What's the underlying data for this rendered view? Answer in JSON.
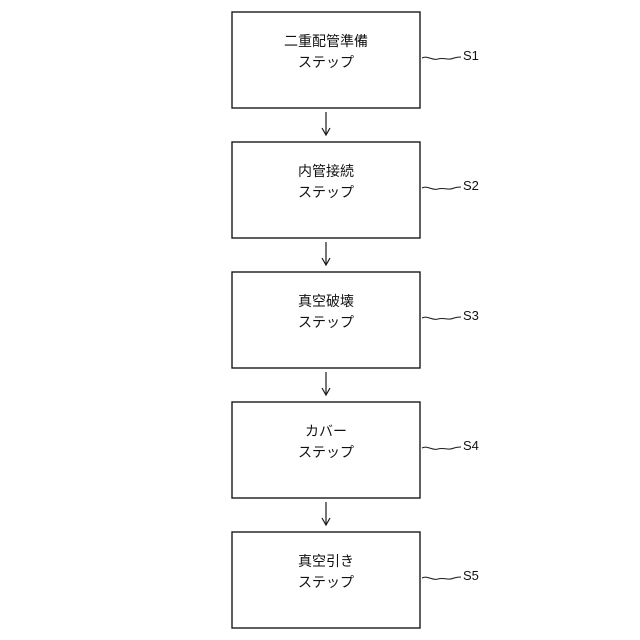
{
  "steps": [
    {
      "id": "S1",
      "line1": "二重配管準備",
      "line2": "ステップ"
    },
    {
      "id": "S2",
      "line1": "内管接続",
      "line2": "ステップ"
    },
    {
      "id": "S3",
      "line1": "真空破壊",
      "line2": "ステップ"
    },
    {
      "id": "S4",
      "line1": "カバー",
      "line2": "ステップ"
    },
    {
      "id": "S5",
      "line1": "真空引き",
      "line2": "ステップ"
    }
  ]
}
